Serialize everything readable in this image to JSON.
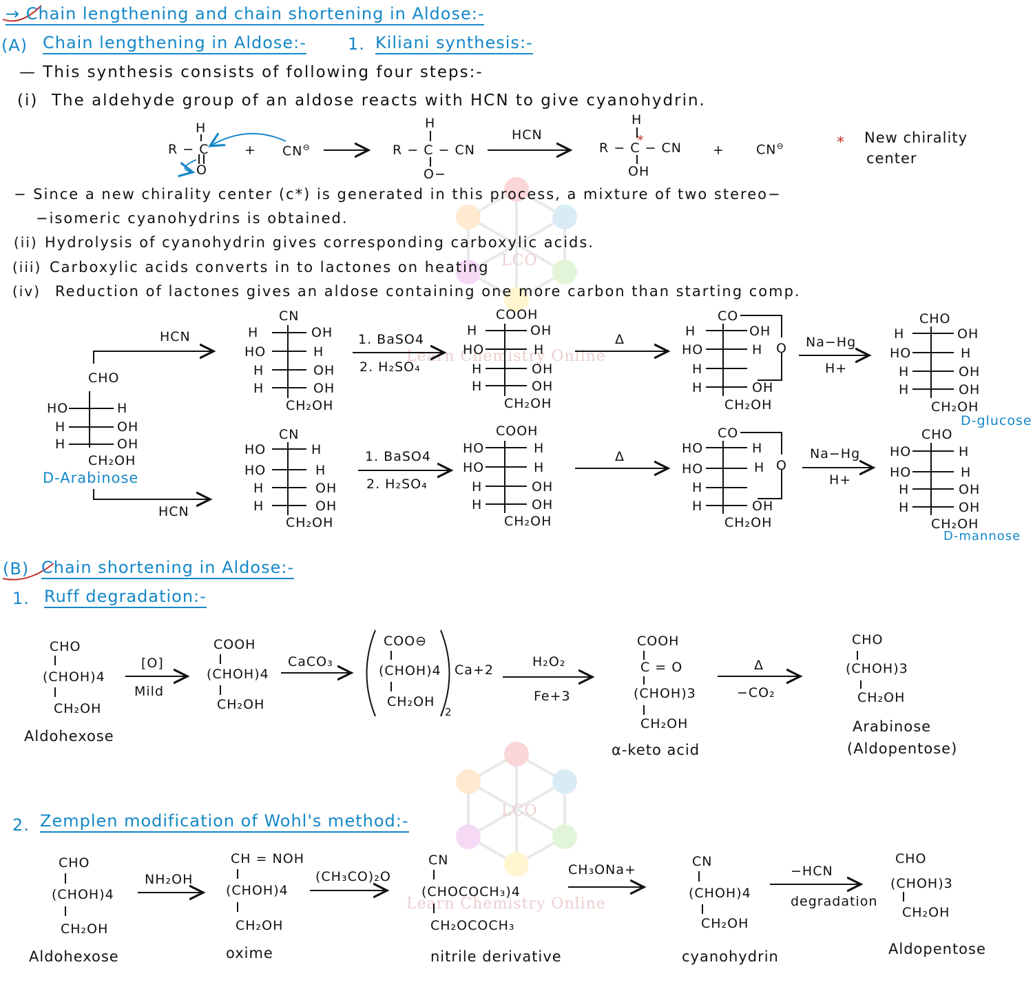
{
  "title": "Chain lengthening and chain shortening in Aldose:-",
  "sectionA": {
    "label": "(A)",
    "heading": "Chain lengthening in Aldose:-",
    "sub_num": "1.",
    "sub_heading": "Kiliani synthesis:-",
    "intro": "— This synthesis consists of following four steps:-",
    "step1_num": "(i)",
    "step1": "The aldehyde group of an aldose reacts with HCN to give cyanohydrin.",
    "mech": {
      "r1": "R − C",
      "h": "H",
      "o": "O",
      "plus": "+",
      "cn": "CN",
      "cn_charge": "⊖",
      "p1": "R − C − CN",
      "o_minus": "O−",
      "hcn": "HCN",
      "p2": "R − C − CN",
      "star": "*",
      "oh": "OH",
      "cn2": "CN",
      "note_star": "*",
      "note": "New chirality",
      "note2": "center"
    },
    "since1": "− Since a new chirality center (c*) is generated in this process, a mixture of two stereo−",
    "since2": "−isomeric cyanohydrins is obtained.",
    "step2_num": "(ii)",
    "step2": "Hydrolysis of cyanohydrin gives corresponding carboxylic acids.",
    "step3_num": "(iii)",
    "step3": "Carboxylic acids converts in to lactones on heating",
    "step4_num": "(iv)",
    "step4": "Reduction of lactones gives an aldose containing one more carbon than starting comp.",
    "arabinose": {
      "top": "CHO",
      "rows": [
        [
          "HO",
          "H"
        ],
        [
          "H",
          "OH"
        ],
        [
          "H",
          "OH"
        ]
      ],
      "bottom": "CH₂OH",
      "name": "D-Arabinose"
    },
    "hcn_top": "HCN",
    "hcn_bottom": "HCN",
    "reagent1a": "1. BaSO4",
    "reagent1b": "2. H₂SO₄",
    "delta": "Δ",
    "nahg": "Na−Hg",
    "hplus": "H+",
    "upper": {
      "cn": {
        "top": "CN",
        "rows": [
          [
            "H",
            "OH"
          ],
          [
            "HO",
            "H"
          ],
          [
            "H",
            "OH"
          ],
          [
            "H",
            "OH"
          ]
        ],
        "bottom": "CH₂OH"
      },
      "acid": {
        "top": "COOH",
        "rows": [
          [
            "H",
            "OH"
          ],
          [
            "HO",
            "H"
          ],
          [
            "H",
            "OH"
          ],
          [
            "H",
            "OH"
          ]
        ],
        "bottom": "CH₂OH"
      },
      "lactone": {
        "top": "CO",
        "rows": [
          [
            "H",
            "OH"
          ],
          [
            "HO",
            "H"
          ],
          [
            "H",
            ""
          ],
          [
            "H",
            "OH"
          ]
        ],
        "bottom": "CH₂OH",
        "o": "O"
      },
      "product": {
        "top": "CHO",
        "rows": [
          [
            "H",
            "OH"
          ],
          [
            "HO",
            "H"
          ],
          [
            "H",
            "OH"
          ],
          [
            "H",
            "OH"
          ]
        ],
        "bottom": "CH₂OH",
        "name": "D-glucose"
      }
    },
    "lower": {
      "cn": {
        "top": "CN",
        "rows": [
          [
            "HO",
            "H"
          ],
          [
            "HO",
            "H"
          ],
          [
            "H",
            "OH"
          ],
          [
            "H",
            "OH"
          ]
        ],
        "bottom": "CH₂OH"
      },
      "acid": {
        "top": "COOH",
        "rows": [
          [
            "HO",
            "H"
          ],
          [
            "HO",
            "H"
          ],
          [
            "H",
            "OH"
          ],
          [
            "H",
            "OH"
          ]
        ],
        "bottom": "CH₂OH"
      },
      "lactone": {
        "top": "CO",
        "rows": [
          [
            "HO",
            "H"
          ],
          [
            "HO",
            "H"
          ],
          [
            "H",
            ""
          ],
          [
            "H",
            "OH"
          ]
        ],
        "bottom": "CH₂OH",
        "o": "O"
      },
      "product": {
        "top": "CHO",
        "rows": [
          [
            "HO",
            "H"
          ],
          [
            "HO",
            "H"
          ],
          [
            "H",
            "OH"
          ],
          [
            "H",
            "OH"
          ]
        ],
        "bottom": "CH₂OH",
        "name": "D-mannose"
      }
    }
  },
  "sectionB": {
    "label": "(B)",
    "heading": "Chain shortening in Aldose:-",
    "ruff_num": "1.",
    "ruff": "Ruff degradation:-",
    "ruff_scheme": {
      "c1_top": "CHO",
      "c1_mid": "(CHOH)4",
      "c1_bot": "CH₂OH",
      "c1_name": "Aldohexose",
      "r1_top": "[O]",
      "r1_bot": "Mild",
      "c2_top": "COOH",
      "c2_mid": "(CHOH)4",
      "c2_bot": "CH₂OH",
      "r2_top": "CaCO₃",
      "c3_top": "COO⊖",
      "c3_mid": "(CHOH)4",
      "c3_bot": "CH₂OH",
      "c3_ca": "Ca+2",
      "c3_sub": "2",
      "r3_top": "H₂O₂",
      "r3_bot": "Fe+3",
      "c4_top": "COOH",
      "c4_mid": "C = O",
      "c4_mid2": "(CHOH)3",
      "c4_bot": "CH₂OH",
      "c4_name": "α-keto acid",
      "r4_top": "Δ",
      "r4_bot": "−CO₂",
      "c5_top": "CHO",
      "c5_mid": "(CHOH)3",
      "c5_bot": "CH₂OH",
      "c5_name": "Arabinose",
      "c5_name2": "(Aldopentose)"
    },
    "zemplen_num": "2.",
    "zemplen": "Zemplen modification of Wohl's method:-",
    "zemplen_scheme": {
      "c1_top": "CHO",
      "c1_mid": "(CHOH)4",
      "c1_bot": "CH₂OH",
      "c1_name": "Aldohexose",
      "r1_top": "NH₂OH",
      "c2_top": "CH = NOH",
      "c2_mid": "(CHOH)4",
      "c2_bot": "CH₂OH",
      "c2_name": "oxime",
      "r2_top": "(CH₃CO)₂O",
      "c3_top": "CN",
      "c3_mid": "(CHOCOCH₃)4",
      "c3_bot": "CH₂OCOCH₃",
      "c3_name": "nitrile derivative",
      "r3_top": "CH₃ONa+",
      "c4_top": "CN",
      "c4_mid": "(CHOH)4",
      "c4_bot": "CH₂OH",
      "c4_name": "cyanohydrin",
      "r4_top": "−HCN",
      "r4_bot": "degradation",
      "c5_top": "CHO",
      "c5_mid": "(CHOH)3",
      "c5_bot": "CH₂OH",
      "c5_name": "Aldopentose"
    }
  },
  "watermark": {
    "lco": "LCO",
    "site": "Learn Chemistry Online"
  },
  "colors": {
    "accent": "#1487c8",
    "mark": "#c0302a",
    "star": "#c0302a"
  }
}
